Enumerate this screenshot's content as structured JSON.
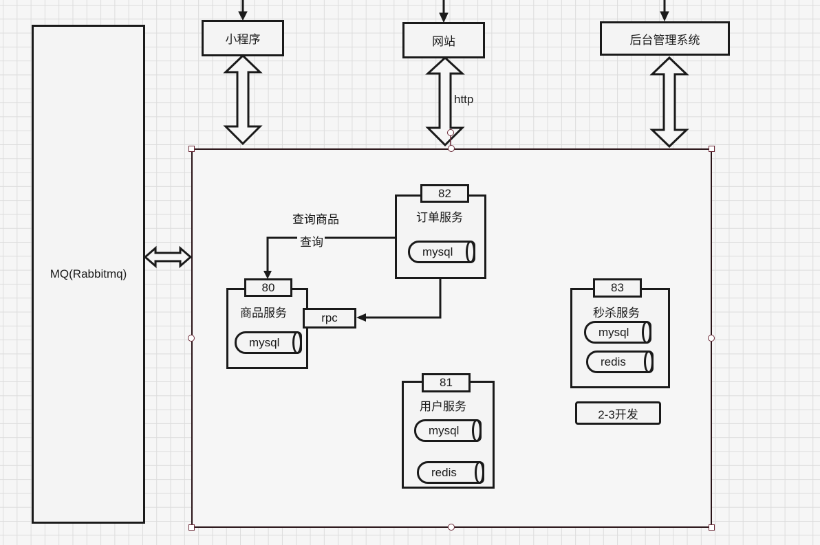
{
  "clients": [
    {
      "id": "mini-program",
      "label": "小程序"
    },
    {
      "id": "website",
      "label": "网站"
    },
    {
      "id": "admin-system",
      "label": "后台管理系统"
    }
  ],
  "edge_labels": {
    "http": "http",
    "query_product_note": "查询商品",
    "query": "查询"
  },
  "mq": {
    "label": "MQ(Rabbitmq)"
  },
  "services": {
    "product": {
      "port": "80",
      "name": "商品服务",
      "stores": [
        "mysql"
      ],
      "rpc_label": "rpc"
    },
    "order": {
      "port": "82",
      "name": "订单服务",
      "stores": [
        "mysql"
      ]
    },
    "user": {
      "port": "81",
      "name": "用户服务",
      "stores": [
        "mysql",
        "redis"
      ]
    },
    "seckill": {
      "port": "83",
      "name": "秒杀服务",
      "stores": [
        "mysql",
        "redis"
      ],
      "note": "2-3开发"
    }
  },
  "colors": {
    "stroke": "#1a1a1a",
    "selection_handle": "#6b2a38",
    "canvas": "#f6f6f6",
    "grid": "#dcdcdc"
  }
}
